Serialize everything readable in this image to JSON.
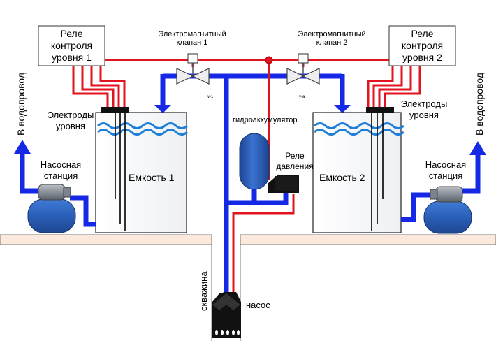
{
  "relay_level_1": {
    "lines": [
      "Реле",
      "контроля",
      "уровня 1"
    ]
  },
  "relay_level_2": {
    "lines": [
      "Реле",
      "контроля",
      "уровня 2"
    ]
  },
  "valve_1": {
    "lines": [
      "Электромагнитный",
      "клапан 1"
    ],
    "tag": "v-1"
  },
  "valve_2": {
    "lines": [
      "Электромагнитный",
      "клапан 2"
    ],
    "tag": "v-a"
  },
  "electrodes_left": {
    "lines": [
      "Электроды",
      "уровня"
    ]
  },
  "electrodes_right": {
    "lines": [
      "Электроды",
      "уровня"
    ]
  },
  "tank_1": {
    "label": "Емкость 1"
  },
  "tank_2": {
    "label": "Емкость 2"
  },
  "accumulator": {
    "label": "гидроаккумулятор"
  },
  "pressure_relay": {
    "lines": [
      "Реле",
      "давления"
    ]
  },
  "pump_station_left": {
    "lines": [
      "Насосная",
      "станция"
    ]
  },
  "pump_station_right": {
    "lines": [
      "Насосная",
      "станция"
    ]
  },
  "water_supply_left": {
    "label": "В водопровод"
  },
  "water_supply_right": {
    "label": "В водопровод"
  },
  "well": {
    "label": "скважина"
  },
  "pump": {
    "label": "насос"
  },
  "colors": {
    "water_pipe": "#1428e6",
    "wire": "#e0141e",
    "tank_wave": "#1e7fd8",
    "ground": "#fbe9de"
  }
}
